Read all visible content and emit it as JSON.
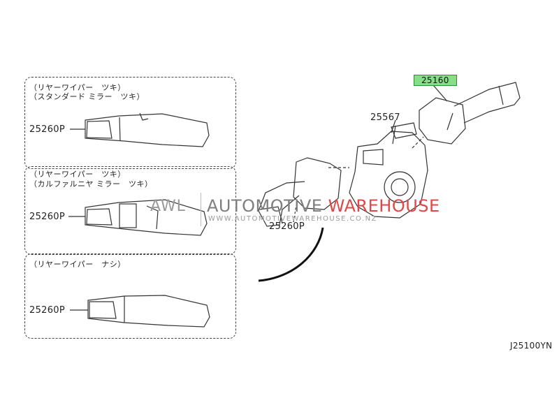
{
  "panels": [
    {
      "caption_line1": "（リヤーワイパー　ツキ）",
      "caption_line2": "（スタンダード ミラー　ツキ）",
      "part_number": "25260P"
    },
    {
      "caption_line1": "（リヤーワイパー　ツキ）",
      "caption_line2": "（カルファルニヤ ミラー　ツキ）",
      "part_number": "25260P"
    },
    {
      "caption_line1": "（リヤーワイパー　ナシ）",
      "caption_line2": "",
      "part_number": "25260P"
    }
  ],
  "callouts": {
    "highlighted_part": "25160",
    "clock_spring": "25567",
    "lever_main": "25260P"
  },
  "watermark": {
    "brand_left": "AWL",
    "brand_main_a": "AUTOMOTIVE ",
    "brand_main_b": "WAREHOUSE",
    "url": "WWW.AUTOMOTIVEWAREHOUSE.CO.NZ"
  },
  "diagram_code": "J25100YN",
  "colors": {
    "highlight": "#85e085",
    "watermark_gray": "#7f7f7f",
    "watermark_red": "#e04848"
  }
}
